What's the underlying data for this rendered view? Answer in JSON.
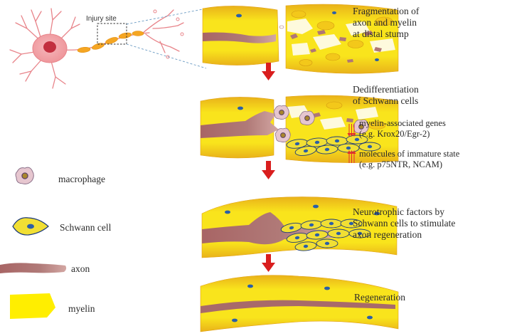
{
  "neuron": {
    "injury_label": "Injury site"
  },
  "steps": [
    {
      "lines": [
        "Fragmentation of",
        "axon and myelin",
        "at distal stump"
      ]
    },
    {
      "lines": [
        "Dedifferentiation",
        "of Schwann cells"
      ],
      "details": [
        {
          "indicator": "down-arrows-icon",
          "lines": [
            "myelin-associated genes",
            "(e.g. Krox20/Egr-2)"
          ]
        },
        {
          "indicator": "up-arrows-icon",
          "lines": [
            "molecules of immature state",
            "(e.g. p75NTR, NCAM)"
          ]
        }
      ]
    },
    {
      "lines": [
        "Neurotrophic factors by",
        "Schwann cells to stimulate",
        "axon regeneration"
      ]
    },
    {
      "lines": [
        "Regeneration"
      ]
    }
  ],
  "legend": [
    {
      "icon": "macrophage-icon",
      "label": "macrophage"
    },
    {
      "icon": "schwann-cell-icon",
      "label": "Schwann cell"
    },
    {
      "icon": "axon-icon",
      "label": "axon"
    },
    {
      "icon": "myelin-icon",
      "label": "myelin"
    }
  ],
  "colors": {
    "myelin": "#f7e11a",
    "myelin_dark": "#e4a316",
    "axon": "#a56a6a",
    "neuron": "#f0a0a5",
    "neuron_nucleus": "#c2303f",
    "arrow": "#d91e1e",
    "schwann": "#f1df34",
    "nucleus": "#2b5fa8"
  }
}
